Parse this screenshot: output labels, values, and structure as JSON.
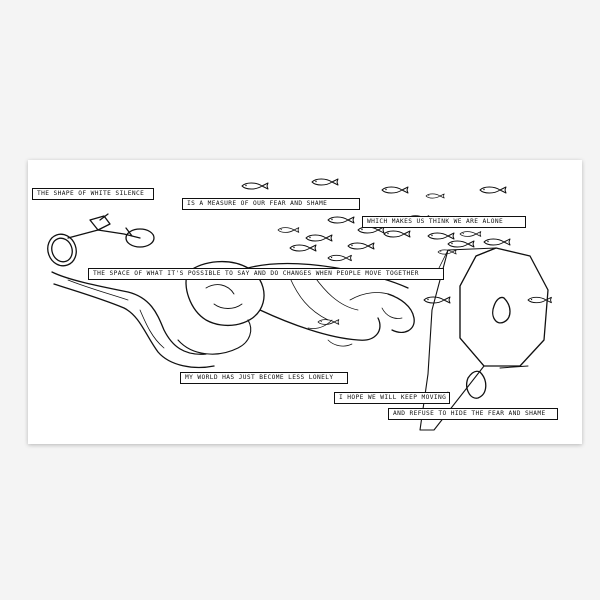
{
  "artwork": {
    "captions": [
      "The shape of white silence",
      "is a measure of our fear and shame",
      "which makes us think we are alone",
      "The space of what it's possible to say and do changes when people move together",
      "my world has just become less lonely",
      "I hope we will keep moving",
      "and refuse to hide the fear and shame"
    ]
  }
}
